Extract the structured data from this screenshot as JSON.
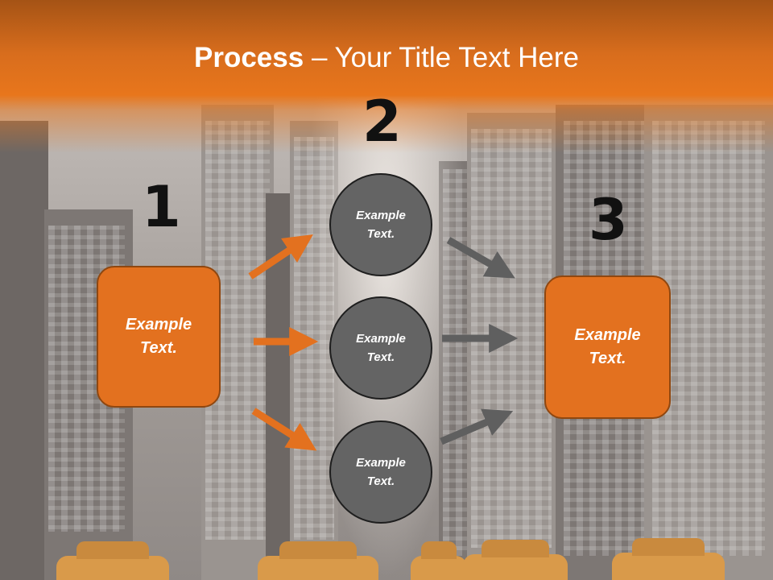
{
  "title": {
    "bold": "Process",
    "rest": " – Your Title Text Here"
  },
  "steps": {
    "one": {
      "number": "1",
      "text": "Example\nText."
    },
    "two": {
      "number": "2"
    },
    "three": {
      "number": "3",
      "text": "Example\nText."
    }
  },
  "circles": [
    {
      "text": "Example\nText."
    },
    {
      "text": "Example\nText."
    },
    {
      "text": "Example\nText."
    }
  ],
  "colors": {
    "accent": "#e3711f",
    "arrow_orange": "#e3711f",
    "arrow_gray": "#5f5f5f",
    "circle": "#646464"
  }
}
